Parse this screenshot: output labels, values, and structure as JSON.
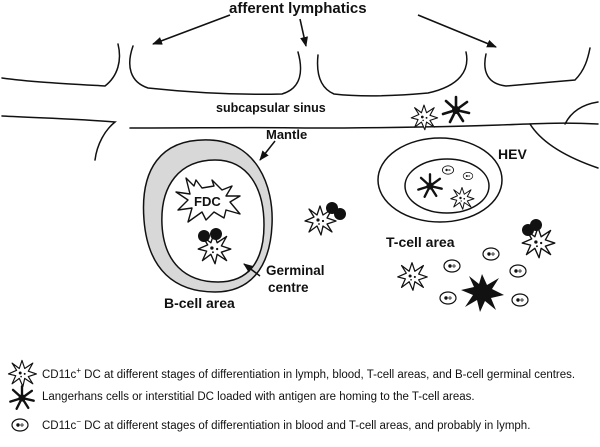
{
  "labels": {
    "afferent": "afferent lymphatics",
    "sinus": "subcapsular sinus",
    "mantle": "Mantle",
    "hev": "HEV",
    "fdc": "FDC",
    "germinal_line1": "Germinal",
    "germinal_line2": "centre",
    "bcell": "B-cell area",
    "tcell": "T-cell area"
  },
  "legend": [
    {
      "icon": "dc-outline-icon",
      "prefix": "CD11c",
      "sup": "+",
      "text": " DC at different stages of differentiation in lymph, blood,  T-cell areas, and B-cell germinal centres."
    },
    {
      "icon": "langerhans-cell-icon",
      "prefix": "",
      "sup": "",
      "text": "Langerhans cells or interstitial DC loaded with antigen are homing to the  T-cell areas."
    },
    {
      "icon": "dc-oval-icon",
      "prefix": "CD11c",
      "sup": "−",
      "text": " DC at different stages of differentiation  in blood and T-cell areas, and probably in lymph."
    }
  ],
  "colors": {
    "ink": "#111111",
    "mantle_fill": "#d8d8d8"
  }
}
